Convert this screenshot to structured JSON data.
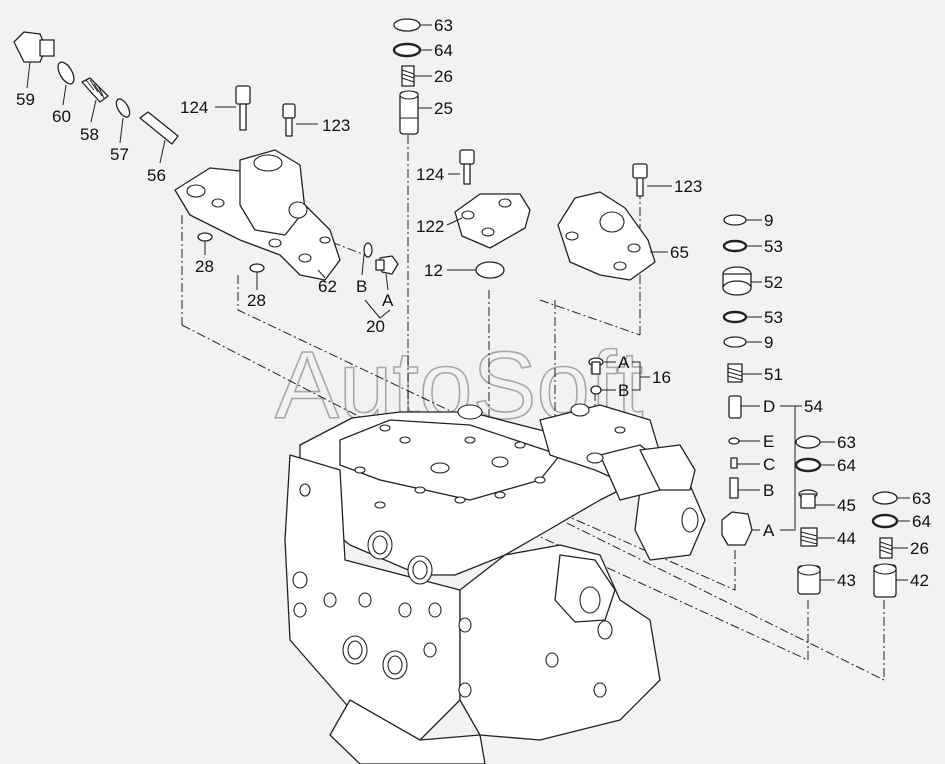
{
  "watermark": "AutoSoft",
  "labels": {
    "l59": "59",
    "l60": "60",
    "l58": "58",
    "l57": "57",
    "l56": "56",
    "l124a": "124",
    "l123a": "123",
    "l28a": "28",
    "l28b": "28",
    "l62": "62",
    "l20": "20",
    "l20A": "A",
    "l20B": "B",
    "l63a": "63",
    "l64a": "64",
    "l26a": "26",
    "l25": "25",
    "l124b": "124",
    "l122": "122",
    "l12": "12",
    "l123b": "123",
    "l65": "65",
    "l9a": "9",
    "l53a": "53",
    "l52": "52",
    "l53b": "53",
    "l9b": "9",
    "l51": "51",
    "l16": "16",
    "l16A": "A",
    "l16B": "B",
    "l54": "54",
    "l54D": "D",
    "l54E": "E",
    "l54C": "C",
    "l54B": "B",
    "l54A": "A",
    "l63b": "63",
    "l64b": "64",
    "l45": "45",
    "l44": "44",
    "l43": "43",
    "l63c": "63",
    "l64c": "64",
    "l26b": "26",
    "l42": "42"
  }
}
